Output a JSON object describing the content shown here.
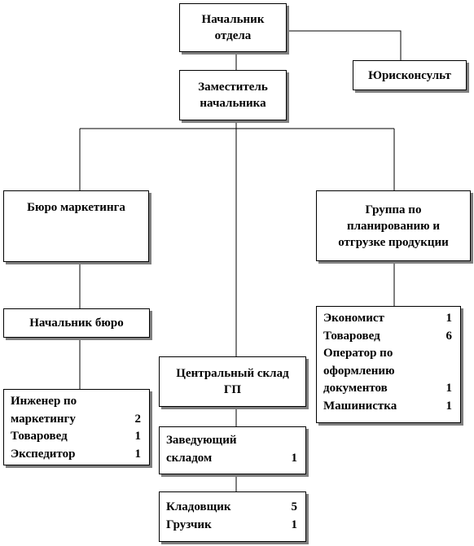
{
  "org_chart": {
    "department_head": "Начальник\nотдела",
    "legal_advisor": "Юрисконсульт",
    "deputy_head": "Заместитель\nначальника",
    "marketing_bureau": "Бюро маркетинга",
    "shipping_group": "Группа по\nпланированию и\nотгрузке продукции",
    "bureau_head": "Начальник бюро",
    "central_warehouse": "Центральный склад\nГП",
    "marketing_staff": [
      {
        "role": "Инженер по\nмаркетингу",
        "qty": "2"
      },
      {
        "role": "Товаровед",
        "qty": "1"
      },
      {
        "role": "Экспедитор",
        "qty": "1"
      }
    ],
    "warehouse_manager_staff": [
      {
        "role": "Заведующий\nскладом",
        "qty": "1"
      }
    ],
    "storekeeper_staff": [
      {
        "role": "Кладовщик",
        "qty": "5"
      },
      {
        "role": "Грузчик",
        "qty": "1"
      }
    ],
    "shipping_staff": [
      {
        "role": "Экономист",
        "qty": "1"
      },
      {
        "role": "Товаровед",
        "qty": "6"
      },
      {
        "role": "Оператор по\nоформлению\nдокументов",
        "qty": "1"
      },
      {
        "role": "Машинистка",
        "qty": "1"
      }
    ]
  }
}
